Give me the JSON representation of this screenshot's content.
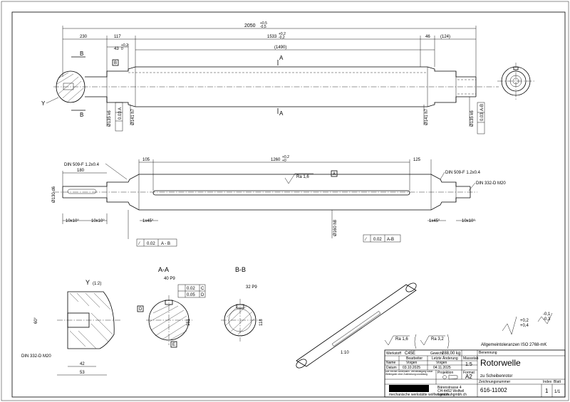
{
  "dims": {
    "overall_length": "2050",
    "overall_tol_upper": "+0,5",
    "overall_tol_lower": "-0,5",
    "len_230": "230",
    "len_117": "117",
    "len_1533": "1533",
    "len_1533_tol_upper": "+0,2",
    "len_1533_tol_lower": "-0,2",
    "len_46": "46",
    "len_124": "(124)",
    "len_43": "43",
    "len_43_tol_upper": "+0,2",
    "len_43_tol_lower": "0",
    "len_1490": "(1490)",
    "dia_135": "Ø135 k6",
    "dia_141_left": "Ø141 h7",
    "dia_141_right": "Ø141 h7",
    "dia_135_right": "Ø135 k6",
    "len_105": "105",
    "len_1260": "1260",
    "len_1260_tol_upper": "+0,2",
    "len_1260_tol_lower": "+0",
    "len_125": "125",
    "len_180": "180",
    "dia_130": "Ø130 d6",
    "dia_160": "Ø160 h8",
    "chamfer_1": "10x10°",
    "chamfer_2": "10x10°",
    "chamfer_3": "1x45°",
    "chamfer_4": "1x45°",
    "chamfer_5": "10x10°",
    "din_509_left": "DIN 509-F 1.2x0.4",
    "din_509_right": "DIN 509-F 1.2x0.4",
    "din_332_right": "DIN 332-D M20",
    "din_332_detail": "DIN 332-D M20",
    "len_40": "40 P9",
    "len_32": "32 P9",
    "len_42": "42",
    "len_53": "53",
    "angle_60": "60°",
    "sect_depth_aa": "151",
    "sect_depth_bb": "118"
  },
  "gdt": {
    "runout_left_val": "0.03",
    "runout_left_ref": "A",
    "runout_right_val": "0.03",
    "runout_right_ref": "A-B",
    "runout_mid_val": "0.02",
    "runout_mid_ref": "A - B",
    "runout_r_val": "0.02",
    "runout_r_ref": "A-B",
    "sym_val1": "0.02",
    "sym_ref1": "C",
    "sym_val2": "0.05",
    "sym_ref2": "D"
  },
  "datums": {
    "a": "A",
    "b": "B",
    "c": "C",
    "d": "D",
    "e": "E"
  },
  "surface": {
    "main": "Ra 1,6",
    "legend_1": "Ra 1,6",
    "legend_2": "Ra 3,2"
  },
  "labels": {
    "section_a_top": "A",
    "section_a_bottom": "A",
    "section_b_top": "B",
    "section_b_bottom": "B",
    "y_marker": "Y",
    "view_y": "Y",
    "view_y_scale": "(1:2)",
    "view_aa": "A-A",
    "view_bb": "B-B",
    "iso_scale": "1:10",
    "general_tol": "Allgemeintoleranzen ISO 2768-mK",
    "tol_minus": "-0,1",
    "tol_minus2": "-0,3",
    "tol_plus": "+0,2",
    "tol_plus2": "+0,4"
  },
  "title_block": {
    "material_label": "Werkstoff",
    "material": "C45E",
    "weight_label": "Gewicht",
    "weight": "288,00 kg",
    "designation_label": "Benennung",
    "drawn_label": "Bearbeiter",
    "last_change_label": "Letzte Änderung",
    "scale_label": "Massstab",
    "name_label": "Name",
    "name": "Voigen",
    "name2": "Voigen",
    "date_label": "Datum",
    "date": "03.10.2025",
    "date2": "04.11.2025",
    "scale": "1:5",
    "projection_label": "Projektion",
    "format_label": "Format",
    "format": "A2",
    "title": "Rotorwelle",
    "subtitle": "zu Scheibenrotor",
    "copyright": "Alle Rechte vorbehalten. Vervielfältigung sowie Weitergabe ohne Zustimmung unzulässig.",
    "company_address_1": "Bärenstrasse 4",
    "company_address_2": "CH-4452 Wolfwil",
    "company_address_3": "www.muhgmbh.ch",
    "company_tagline": "mechanische werkstätte wolfwil gmbh",
    "drawing_no_label": "Zeichnungsnummer",
    "drawing_no": "616-11002",
    "index_label": "Index",
    "index": "1",
    "sheet_label": "Blatt",
    "sheet": "1/1"
  }
}
